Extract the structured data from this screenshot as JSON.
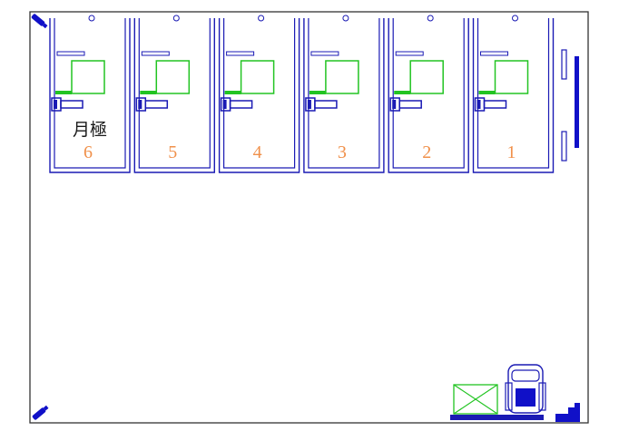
{
  "colors": {
    "wall": "#1a1ab4",
    "fixture": "#1a1ab4",
    "bed": "#22c422",
    "number": "#f0904a",
    "label": "#1a1a1a",
    "frame": "#333333",
    "door_solid": "#1010c8"
  },
  "rooms": [
    {
      "number": "6",
      "label": "月極"
    },
    {
      "number": "5",
      "label": ""
    },
    {
      "number": "4",
      "label": ""
    },
    {
      "number": "3",
      "label": ""
    },
    {
      "number": "2",
      "label": ""
    },
    {
      "number": "1",
      "label": ""
    }
  ],
  "icons": {
    "top_left": "camera-icon",
    "bottom_left": "camera-icon",
    "right_wall": "door-icon",
    "storage": "storage-box-icon",
    "chair": "chair-icon",
    "entrance": "entrance-arrow-icon"
  }
}
